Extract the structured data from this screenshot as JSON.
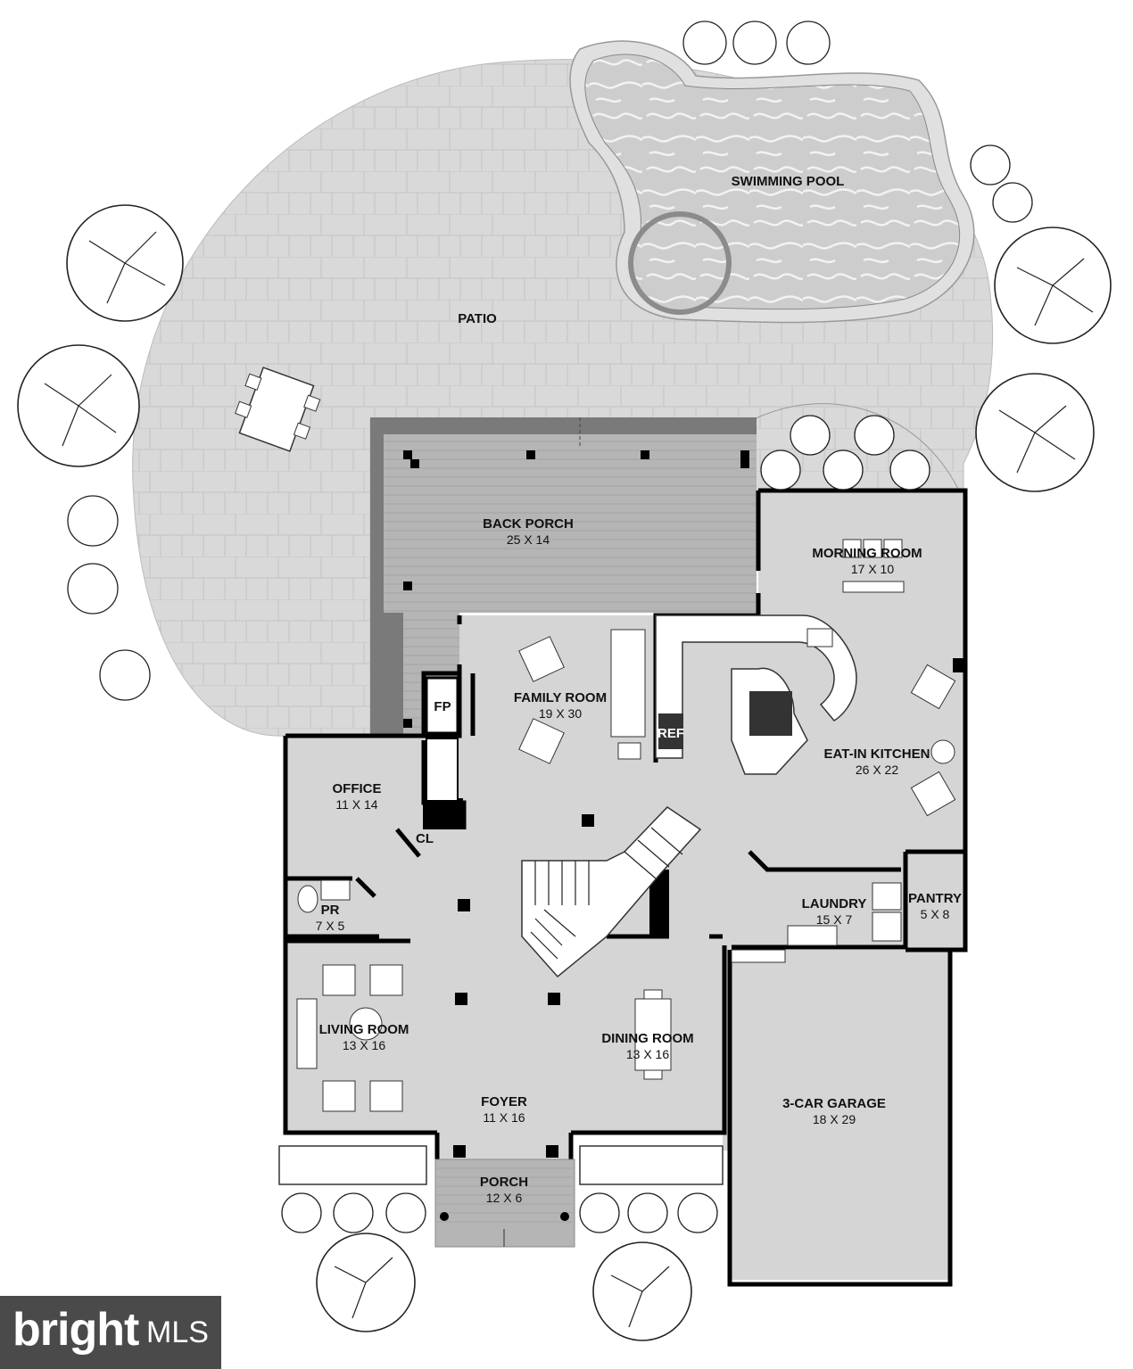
{
  "rooms": {
    "swimming_pool": {
      "name": "SWIMMING POOL"
    },
    "patio": {
      "name": "PATIO"
    },
    "back_porch": {
      "name": "BACK PORCH",
      "dim": "25 X 14"
    },
    "morning_room": {
      "name": "MORNING ROOM",
      "dim": "17 X 10"
    },
    "family_room": {
      "name": "FAMILY ROOM",
      "dim": "19 X 30"
    },
    "fp": {
      "name": "FP"
    },
    "ref": {
      "name": "REF"
    },
    "eat_in_kitchen": {
      "name": "EAT-IN KITCHEN",
      "dim": "26 X 22"
    },
    "office": {
      "name": "OFFICE",
      "dim": "11 X 14"
    },
    "cl": {
      "name": "CL"
    },
    "pr": {
      "name": "PR",
      "dim": "7 X 5"
    },
    "laundry": {
      "name": "LAUNDRY",
      "dim": "15 X 7"
    },
    "pantry": {
      "name": "PANTRY",
      "dim": "5 X 8"
    },
    "living_room": {
      "name": "LIVING ROOM",
      "dim": "13 X 16"
    },
    "dining_room": {
      "name": "DINING ROOM",
      "dim": "13 X 16"
    },
    "foyer": {
      "name": "FOYER",
      "dim": "11 X 16"
    },
    "garage": {
      "name": "3-CAR GARAGE",
      "dim": "18 X 29"
    },
    "porch": {
      "name": "PORCH",
      "dim": "12 X 6"
    }
  },
  "watermark": {
    "word": "bright",
    "suffix": "MLS"
  },
  "colors": {
    "floor": "#d6d6d6",
    "patio": "#d9d9d9",
    "deck": "#b3b3b3",
    "wall": "#000000",
    "pool": "#cfcfcf"
  }
}
